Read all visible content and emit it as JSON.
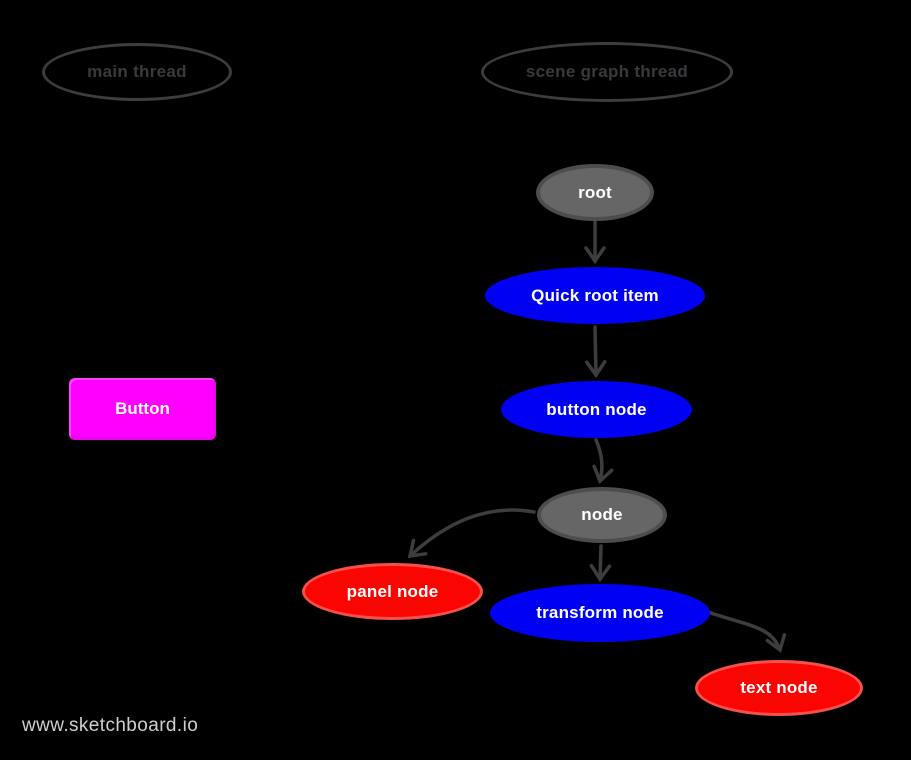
{
  "diagram": {
    "background_color": "#000000",
    "watermark": "www.sketchboard.io",
    "threads": [
      {
        "id": "main-thread",
        "label": "main thread"
      },
      {
        "id": "scene-graph-thread",
        "label": "scene graph thread"
      }
    ],
    "nodes": [
      {
        "id": "root",
        "label": "root",
        "kind": "gray",
        "fill": "#666666"
      },
      {
        "id": "quick-root-item",
        "label": "Quick root item",
        "kind": "blue",
        "fill": "#0000f2"
      },
      {
        "id": "button-node",
        "label": "button node",
        "kind": "blue",
        "fill": "#0000f2"
      },
      {
        "id": "node",
        "label": "node",
        "kind": "gray",
        "fill": "#666666"
      },
      {
        "id": "panel-node",
        "label": "panel node",
        "kind": "red",
        "fill": "#fa0502"
      },
      {
        "id": "transform-node",
        "label": "transform node",
        "kind": "blue",
        "fill": "#0000f2"
      },
      {
        "id": "text-node",
        "label": "text node",
        "kind": "red",
        "fill": "#fa0502"
      }
    ],
    "widget": {
      "id": "button-widget",
      "label": "Button",
      "fill": "#ff00ff"
    },
    "edges": [
      {
        "from": "root",
        "to": "quick-root-item"
      },
      {
        "from": "quick-root-item",
        "to": "button-node"
      },
      {
        "from": "button-node",
        "to": "node"
      },
      {
        "from": "node",
        "to": "panel-node"
      },
      {
        "from": "node",
        "to": "transform-node"
      },
      {
        "from": "transform-node",
        "to": "text-node"
      }
    ],
    "colors": {
      "edge": "#3d3d3d",
      "thread_outline": "#3d3d3d",
      "thread_text": "#3a3a3e",
      "node_text": "#ffffff",
      "watermark_text": "#cfcfcf"
    }
  }
}
